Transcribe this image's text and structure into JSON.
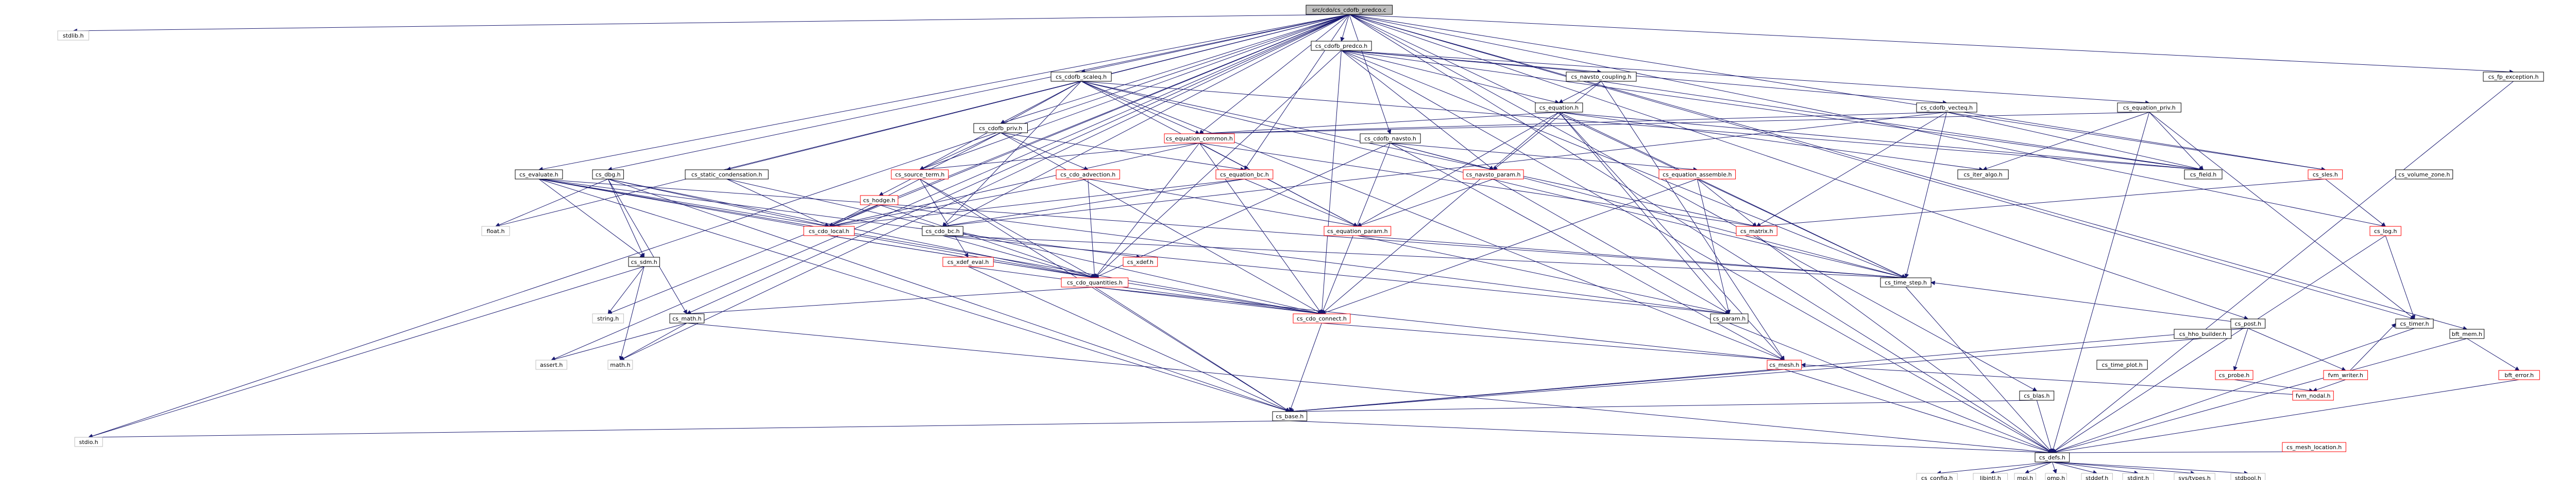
{
  "colors": {
    "edge": "#191970",
    "root_fill": "#bfbfbf",
    "node_border": "#000000",
    "undocumented_border": "#ff0000",
    "external_border": "#bfbfbf"
  },
  "nodes": [
    {
      "id": "root",
      "label": "src/cdo/cs_cdofb_predco.c",
      "kind": "root"
    },
    {
      "id": "stdlib",
      "label": "stdlib.h",
      "kind": "gray"
    },
    {
      "id": "cs_cdofb_predco_h",
      "label": "cs_cdofb_predco.h",
      "kind": "doc"
    },
    {
      "id": "float",
      "label": "float.h",
      "kind": "gray"
    },
    {
      "id": "cs_evaluate",
      "label": "cs_evaluate.h",
      "kind": "doc"
    },
    {
      "id": "cs_dbg",
      "label": "cs_dbg.h",
      "kind": "doc"
    },
    {
      "id": "cs_static_cond",
      "label": "cs_static_condensation.h",
      "kind": "doc"
    },
    {
      "id": "cs_cdofb_scaleq",
      "label": "cs_cdofb_scaleq.h",
      "kind": "doc"
    },
    {
      "id": "cs_cdofb_priv",
      "label": "cs_cdofb_priv.h",
      "kind": "doc"
    },
    {
      "id": "cs_navsto_coupling",
      "label": "cs_navsto_coupling.h",
      "kind": "doc"
    },
    {
      "id": "cs_equation_h",
      "label": "cs_equation.h",
      "kind": "doc"
    },
    {
      "id": "cs_cdofb_vecteq",
      "label": "cs_cdofb_vecteq.h",
      "kind": "doc"
    },
    {
      "id": "cs_equation_priv",
      "label": "cs_equation_priv.h",
      "kind": "doc"
    },
    {
      "id": "cs_fp_exception",
      "label": "cs_fp_exception.h",
      "kind": "doc"
    },
    {
      "id": "bft_mem",
      "label": "bft_mem.h",
      "kind": "doc"
    },
    {
      "id": "cs_post",
      "label": "cs_post.h",
      "kind": "doc"
    },
    {
      "id": "cs_equation_common",
      "label": "cs_equation_common.h",
      "kind": "red"
    },
    {
      "id": "cs_cdofb_navsto",
      "label": "cs_cdofb_navsto.h",
      "kind": "doc"
    },
    {
      "id": "cs_source_term",
      "label": "cs_source_term.h",
      "kind": "red"
    },
    {
      "id": "cs_cdo_advection",
      "label": "cs_cdo_advection.h",
      "kind": "red"
    },
    {
      "id": "cs_equation_bc",
      "label": "cs_equation_bc.h",
      "kind": "red"
    },
    {
      "id": "cs_hodge",
      "label": "cs_hodge.h",
      "kind": "red"
    },
    {
      "id": "cs_navsto_param",
      "label": "cs_navsto_param.h",
      "kind": "red"
    },
    {
      "id": "cs_equation_assemble",
      "label": "cs_equation_assemble.h",
      "kind": "red"
    },
    {
      "id": "cs_xdef_eval",
      "label": "cs_xdef_eval.h",
      "kind": "red"
    },
    {
      "id": "cs_cdo_local",
      "label": "cs_cdo_local.h",
      "kind": "red"
    },
    {
      "id": "cs_cdo_bc",
      "label": "cs_cdo_bc.h",
      "kind": "doc"
    },
    {
      "id": "cs_equation_param",
      "label": "cs_equation_param.h",
      "kind": "red"
    },
    {
      "id": "cs_matrix",
      "label": "cs_matrix.h",
      "kind": "red"
    },
    {
      "id": "cs_sles",
      "label": "cs_sles.h",
      "kind": "red"
    },
    {
      "id": "cs_hho_builder",
      "label": "cs_hho_builder.h",
      "kind": "doc"
    },
    {
      "id": "cs_field",
      "label": "cs_field.h",
      "kind": "doc"
    },
    {
      "id": "cs_iter_algo",
      "label": "cs_iter_algo.h",
      "kind": "doc"
    },
    {
      "id": "cs_volume_zone",
      "label": "cs_volume_zone.h",
      "kind": "doc"
    },
    {
      "id": "cs_probe",
      "label": "cs_probe.h",
      "kind": "red"
    },
    {
      "id": "fvm_writer",
      "label": "fvm_writer.h",
      "kind": "red"
    },
    {
      "id": "cs_log",
      "label": "cs_log.h",
      "kind": "red"
    },
    {
      "id": "cs_sdm",
      "label": "cs_sdm.h",
      "kind": "doc"
    },
    {
      "id": "cs_cdo_quantities",
      "label": "cs_cdo_quantities.h",
      "kind": "red"
    },
    {
      "id": "cs_xdef",
      "label": "cs_xdef.h",
      "kind": "red"
    },
    {
      "id": "cs_time_step",
      "label": "cs_time_step.h",
      "kind": "doc"
    },
    {
      "id": "cs_timer",
      "label": "cs_timer.h",
      "kind": "doc"
    },
    {
      "id": "fvm_nodal",
      "label": "fvm_nodal.h",
      "kind": "red"
    },
    {
      "id": "bft_error",
      "label": "bft_error.h",
      "kind": "red"
    },
    {
      "id": "cs_math",
      "label": "cs_math.h",
      "kind": "doc"
    },
    {
      "id": "string",
      "label": "string.h",
      "kind": "gray"
    },
    {
      "id": "cs_cdo_connect",
      "label": "cs_cdo_connect.h",
      "kind": "red"
    },
    {
      "id": "cs_param",
      "label": "cs_param.h",
      "kind": "doc"
    },
    {
      "id": "cs_mesh",
      "label": "cs_mesh.h",
      "kind": "red"
    },
    {
      "id": "cs_timestep",
      "label": "cs_time_plot.h",
      "kind": "doc"
    },
    {
      "id": "cs_mesh_location",
      "label": "cs_mesh_location.h",
      "kind": "red"
    },
    {
      "id": "cs_blas",
      "label": "cs_blas.h",
      "kind": "doc"
    },
    {
      "id": "assert",
      "label": "assert.h",
      "kind": "gray"
    },
    {
      "id": "math",
      "label": "math.h",
      "kind": "gray"
    },
    {
      "id": "cs_base",
      "label": "cs_base.h",
      "kind": "doc"
    },
    {
      "id": "stdio",
      "label": "stdio.h",
      "kind": "gray"
    },
    {
      "id": "cs_defs",
      "label": "cs_defs.h",
      "kind": "doc"
    },
    {
      "id": "cs_config",
      "label": "cs_config.h",
      "kind": "gray"
    },
    {
      "id": "libintl",
      "label": "libintl.h",
      "kind": "gray"
    },
    {
      "id": "mpi",
      "label": "mpi.h",
      "kind": "gray"
    },
    {
      "id": "omp",
      "label": "omp.h",
      "kind": "gray"
    },
    {
      "id": "stddef",
      "label": "stddef.h",
      "kind": "gray"
    },
    {
      "id": "stdint",
      "label": "stdint.h",
      "kind": "gray"
    },
    {
      "id": "sys_types",
      "label": "sys/types.h",
      "kind": "gray"
    },
    {
      "id": "stdbool",
      "label": "stdbool.h",
      "kind": "gray"
    }
  ],
  "edges": [
    [
      "root",
      "stdlib"
    ],
    [
      "root",
      "cs_cdofb_predco_h"
    ],
    [
      "root",
      "float"
    ],
    [
      "root",
      "cs_evaluate"
    ],
    [
      "root",
      "cs_dbg"
    ],
    [
      "root",
      "cs_static_cond"
    ],
    [
      "root",
      "cs_cdofb_scaleq"
    ],
    [
      "root",
      "cs_cdofb_priv"
    ],
    [
      "root",
      "cs_equation_common"
    ],
    [
      "root",
      "cs_cdofb_navsto"
    ],
    [
      "root",
      "cs_source_term"
    ],
    [
      "root",
      "cs_equation_bc"
    ],
    [
      "root",
      "cs_fp_exception"
    ],
    [
      "root",
      "bft_mem"
    ],
    [
      "root",
      "cs_post"
    ],
    [
      "root",
      "cs_log"
    ],
    [
      "root",
      "cs_timer"
    ],
    [
      "root",
      "cs_blas"
    ],
    [
      "root",
      "cs_defs"
    ],
    [
      "root",
      "assert"
    ],
    [
      "root",
      "math"
    ],
    [
      "root",
      "string"
    ],
    [
      "root",
      "cs_math"
    ],
    [
      "root",
      "cs_sles"
    ],
    [
      "root",
      "cs_cdo_bc"
    ],
    [
      "root",
      "cs_time_step"
    ],
    [
      "root",
      "stdio"
    ],
    [
      "root",
      "cs_cdo_local"
    ],
    [
      "cs_cdofb_predco_h",
      "cs_navsto_coupling"
    ],
    [
      "cs_cdofb_predco_h",
      "cs_equation_h"
    ],
    [
      "cs_cdofb_predco_h",
      "cs_cdofb_vecteq"
    ],
    [
      "cs_cdofb_predco_h",
      "cs_equation_priv"
    ],
    [
      "cs_cdofb_predco_h",
      "cs_navsto_param"
    ],
    [
      "cs_cdofb_predco_h",
      "cs_field"
    ],
    [
      "cs_cdofb_predco_h",
      "cs_defs"
    ],
    [
      "cs_cdofb_predco_h",
      "cs_cdo_quantities"
    ],
    [
      "cs_cdofb_predco_h",
      "cs_cdo_connect"
    ],
    [
      "cs_cdofb_predco_h",
      "cs_time_step"
    ],
    [
      "cs_navsto_coupling",
      "cs_equation_h"
    ],
    [
      "cs_navsto_coupling",
      "cs_navsto_param"
    ],
    [
      "cs_navsto_coupling",
      "cs_field"
    ],
    [
      "cs_navsto_coupling",
      "cs_mesh"
    ],
    [
      "cs_equation_h",
      "cs_equation_common"
    ],
    [
      "cs_equation_h",
      "cs_equation_param"
    ],
    [
      "cs_equation_h",
      "cs_field"
    ],
    [
      "cs_equation_h",
      "cs_param"
    ],
    [
      "cs_equation_h",
      "cs_mesh"
    ],
    [
      "cs_equation_h",
      "cs_time_step"
    ],
    [
      "cs_equation_h",
      "cs_iter_algo"
    ],
    [
      "cs_equation_h",
      "cs_cdo_connect"
    ],
    [
      "cs_cdofb_vecteq",
      "cs_cdo_bc"
    ],
    [
      "cs_cdofb_vecteq",
      "cs_equation_common"
    ],
    [
      "cs_cdofb_vecteq",
      "cs_field"
    ],
    [
      "cs_cdofb_vecteq",
      "cs_matrix"
    ],
    [
      "cs_cdofb_vecteq",
      "cs_sles"
    ],
    [
      "cs_cdofb_vecteq",
      "cs_restart"
    ],
    [
      "cs_cdofb_vecteq",
      "cs_time_step"
    ],
    [
      "cs_equation_priv",
      "cs_equation_common"
    ],
    [
      "cs_equation_priv",
      "cs_field"
    ],
    [
      "cs_equation_priv",
      "cs_iter_algo"
    ],
    [
      "cs_equation_priv",
      "cs_restart"
    ],
    [
      "cs_equation_priv",
      "cs_timer"
    ],
    [
      "cs_equation_priv",
      "cs_defs"
    ],
    [
      "cs_evaluate",
      "cs_cdo_connect"
    ],
    [
      "cs_evaluate",
      "cs_cdo_quantities"
    ],
    [
      "cs_evaluate",
      "cs_cdo_local"
    ],
    [
      "cs_evaluate",
      "cs_xdef"
    ],
    [
      "cs_evaluate",
      "cs_base"
    ],
    [
      "cs_evaluate",
      "cs_time_step"
    ],
    [
      "cs_evaluate",
      "cs_sdm"
    ],
    [
      "cs_dbg",
      "cs_cdo_local"
    ],
    [
      "cs_dbg",
      "cs_base"
    ],
    [
      "cs_dbg",
      "float"
    ],
    [
      "cs_dbg",
      "cs_math"
    ],
    [
      "cs_dbg",
      "cs_cdo_quantities"
    ],
    [
      "cs_dbg",
      "cs_sdm"
    ],
    [
      "cs_static_cond",
      "cs_cdo_connect"
    ],
    [
      "cs_static_cond",
      "cs_cdo_local"
    ],
    [
      "cs_cdofb_scaleq",
      "cs_cdofb_priv"
    ],
    [
      "cs_cdofb_scaleq",
      "cs_equation_common"
    ],
    [
      "cs_cdofb_scaleq",
      "cs_source_term"
    ],
    [
      "cs_cdofb_scaleq",
      "cs_cdo_bc"
    ],
    [
      "cs_cdofb_scaleq",
      "cs_equation_param"
    ],
    [
      "cs_cdofb_scaleq",
      "cs_matrix"
    ],
    [
      "cs_cdofb_scaleq",
      "cs_time_step"
    ],
    [
      "cs_cdofb_scaleq",
      "cs_mesh"
    ],
    [
      "cs_cdofb_scaleq",
      "cs_field"
    ],
    [
      "cs_cdofb_priv",
      "cs_cdo_advection"
    ],
    [
      "cs_cdofb_priv",
      "cs_equation_bc"
    ],
    [
      "cs_cdofb_priv",
      "cs_source_term"
    ],
    [
      "cs_cdofb_priv",
      "cs_hodge"
    ],
    [
      "cs_cdofb_priv",
      "cs_cdo_connect"
    ],
    [
      "cs_equation_common",
      "cs_source_term"
    ],
    [
      "cs_equation_common",
      "cs_cdo_local"
    ],
    [
      "cs_equation_common",
      "cs_equation_param"
    ],
    [
      "cs_equation_common",
      "cs_cdo_quantities"
    ],
    [
      "cs_equation_common",
      "cs_cdo_connect"
    ],
    [
      "cs_equation_common",
      "cs_matrix"
    ],
    [
      "cs_cdofb_navsto",
      "cs_navsto_param"
    ],
    [
      "cs_cdofb_navsto",
      "cs_equation_assemble"
    ],
    [
      "cs_cdofb_navsto",
      "cs_cdo_quantities"
    ],
    [
      "cs_cdofb_navsto",
      "cs_cdo_connect"
    ],
    [
      "cs_cdofb_navsto",
      "cs_time_step"
    ],
    [
      "cs_cdofb_navsto",
      "cs_mesh"
    ],
    [
      "cs_source_term",
      "cs_cdo_local"
    ],
    [
      "cs_source_term",
      "cs_xdef_eval"
    ],
    [
      "cs_source_term",
      "cs_cdo_quantities"
    ],
    [
      "cs_source_term",
      "cs_base"
    ],
    [
      "cs_cdo_advection",
      "cs_cdo_local"
    ],
    [
      "cs_cdo_advection",
      "cs_cdo_quantities"
    ],
    [
      "cs_cdo_advection",
      "cs_equation_param"
    ],
    [
      "cs_equation_bc",
      "cs_cdo_bc"
    ],
    [
      "cs_equation_bc",
      "cs_cdo_local"
    ],
    [
      "cs_equation_bc",
      "cs_equation_param"
    ],
    [
      "cs_hodge",
      "cs_cdo_local"
    ],
    [
      "cs_hodge",
      "cs_param"
    ],
    [
      "cs_hodge",
      "cs_cdo_quantities"
    ],
    [
      "cs_navsto_param",
      "cs_equation_param"
    ],
    [
      "cs_navsto_param",
      "cs_param"
    ],
    [
      "cs_equation_assemble",
      "cs_matrix"
    ],
    [
      "cs_equation_assemble",
      "cs_param"
    ],
    [
      "cs_equation_assemble",
      "cs_cdo_connect"
    ],
    [
      "cs_cdo_local",
      "cs_cdo_quantities"
    ],
    [
      "cs_cdo_local",
      "cs_cdo_connect"
    ],
    [
      "cs_cdo_bc",
      "cs_cdo_quantities"
    ],
    [
      "cs_cdo_bc",
      "cs_param"
    ],
    [
      "cs_cdo_bc",
      "cs_time_step"
    ],
    [
      "cs_equation_param",
      "cs_param"
    ],
    [
      "cs_equation_param",
      "cs_time_step"
    ],
    [
      "cs_xdef_eval",
      "cs_cdo_connect"
    ],
    [
      "cs_xdef_eval",
      "cs_base"
    ],
    [
      "cs_cdo_quantities",
      "cs_cdo_connect"
    ],
    [
      "cs_cdo_quantities",
      "cs_base"
    ],
    [
      "cs_cdo_quantities",
      "cs_math"
    ],
    [
      "cs_cdo_quantities",
      "cs_mesh"
    ],
    [
      "cs_cdo_connect",
      "cs_mesh"
    ],
    [
      "cs_cdo_connect",
      "cs_base"
    ],
    [
      "cs_sles",
      "cs_log"
    ],
    [
      "cs_sles",
      "cs_matrix"
    ],
    [
      "cs_matrix",
      "cs_defs"
    ],
    [
      "cs_post",
      "cs_probe"
    ],
    [
      "cs_post",
      "fvm_writer"
    ],
    [
      "cs_post",
      "cs_time_step"
    ],
    [
      "cs_post",
      "cs_base"
    ],
    [
      "cs_probe",
      "fvm_nodal"
    ],
    [
      "fvm_writer",
      "fvm_nodal"
    ],
    [
      "fvm_writer",
      "cs_timer"
    ],
    [
      "fvm_nodal",
      "cs_mesh"
    ],
    [
      "cs_log",
      "cs_timer"
    ],
    [
      "cs_log",
      "cs_defs"
    ],
    [
      "cs_timer",
      "cs_defs"
    ],
    [
      "bft_mem",
      "bft_error"
    ],
    [
      "bft_mem",
      "cs_defs"
    ],
    [
      "bft_error",
      "cs_defs"
    ],
    [
      "cs_fp_exception",
      "cs_defs"
    ],
    [
      "cs_sdm",
      "string"
    ],
    [
      "cs_sdm",
      "math"
    ],
    [
      "cs_sdm",
      "stdio"
    ],
    [
      "cs_math",
      "math"
    ],
    [
      "cs_math",
      "assert"
    ],
    [
      "cs_math",
      "cs_defs"
    ],
    [
      "cs_param",
      "cs_defs"
    ],
    [
      "cs_mesh",
      "cs_defs"
    ],
    [
      "cs_mesh",
      "cs_base"
    ],
    [
      "cs_time_step",
      "cs_defs"
    ],
    [
      "cs_base",
      "stdio"
    ],
    [
      "cs_base",
      "cs_defs"
    ],
    [
      "cs_blas",
      "cs_base"
    ],
    [
      "cs_blas",
      "cs_defs"
    ],
    [
      "cs_mesh_location",
      "cs_defs"
    ],
    [
      "cs_hho_builder",
      "cs_base"
    ],
    [
      "cs_defs",
      "cs_config"
    ],
    [
      "cs_defs",
      "libintl"
    ],
    [
      "cs_defs",
      "mpi"
    ],
    [
      "cs_defs",
      "omp"
    ],
    [
      "cs_defs",
      "stddef"
    ],
    [
      "cs_defs",
      "stdint"
    ],
    [
      "cs_defs",
      "sys_types"
    ],
    [
      "cs_defs",
      "stdbool"
    ]
  ]
}
